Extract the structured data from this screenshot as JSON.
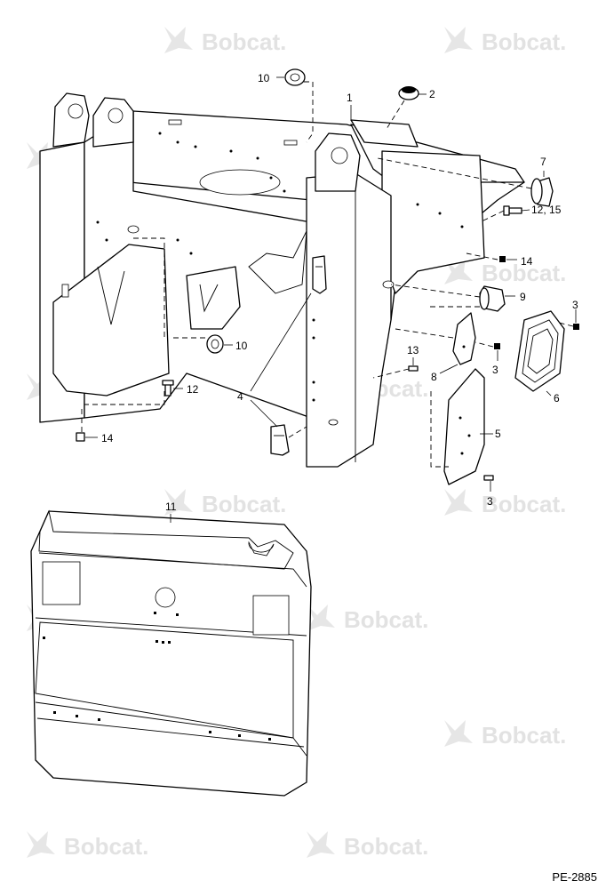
{
  "watermark": {
    "text": "Bobcat.",
    "color": "#e2e2e2"
  },
  "callouts": {
    "p1": "1",
    "p2": "2",
    "p3a": "3",
    "p3b": "3",
    "p3c": "3",
    "p4": "4",
    "p5": "5",
    "p6": "6",
    "p7": "7",
    "p8": "8",
    "p9": "9",
    "p10a": "10",
    "p10b": "10",
    "p11": "11",
    "p12a": "12, 15",
    "p12b": "12",
    "p13": "13",
    "p14a": "14",
    "p14b": "14"
  },
  "drawing_code": "PE-2885"
}
